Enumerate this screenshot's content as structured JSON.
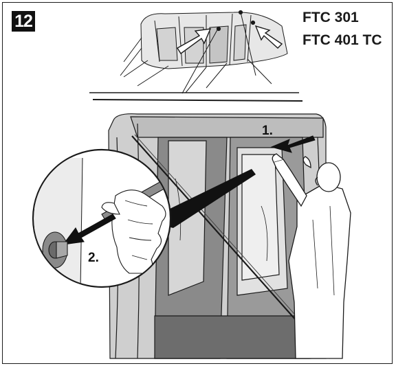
{
  "step": {
    "number": "12"
  },
  "models": [
    "FTC 301",
    "FTC 401 TC"
  ],
  "labels": {
    "one": "1.",
    "two": "2."
  },
  "colors": {
    "line": "#1a1a1a",
    "tent_grey": "#cfcfcf",
    "tent_light": "#e4e4e4",
    "tent_dark": "#7b7b7b",
    "shade": "#a8a8a8"
  }
}
